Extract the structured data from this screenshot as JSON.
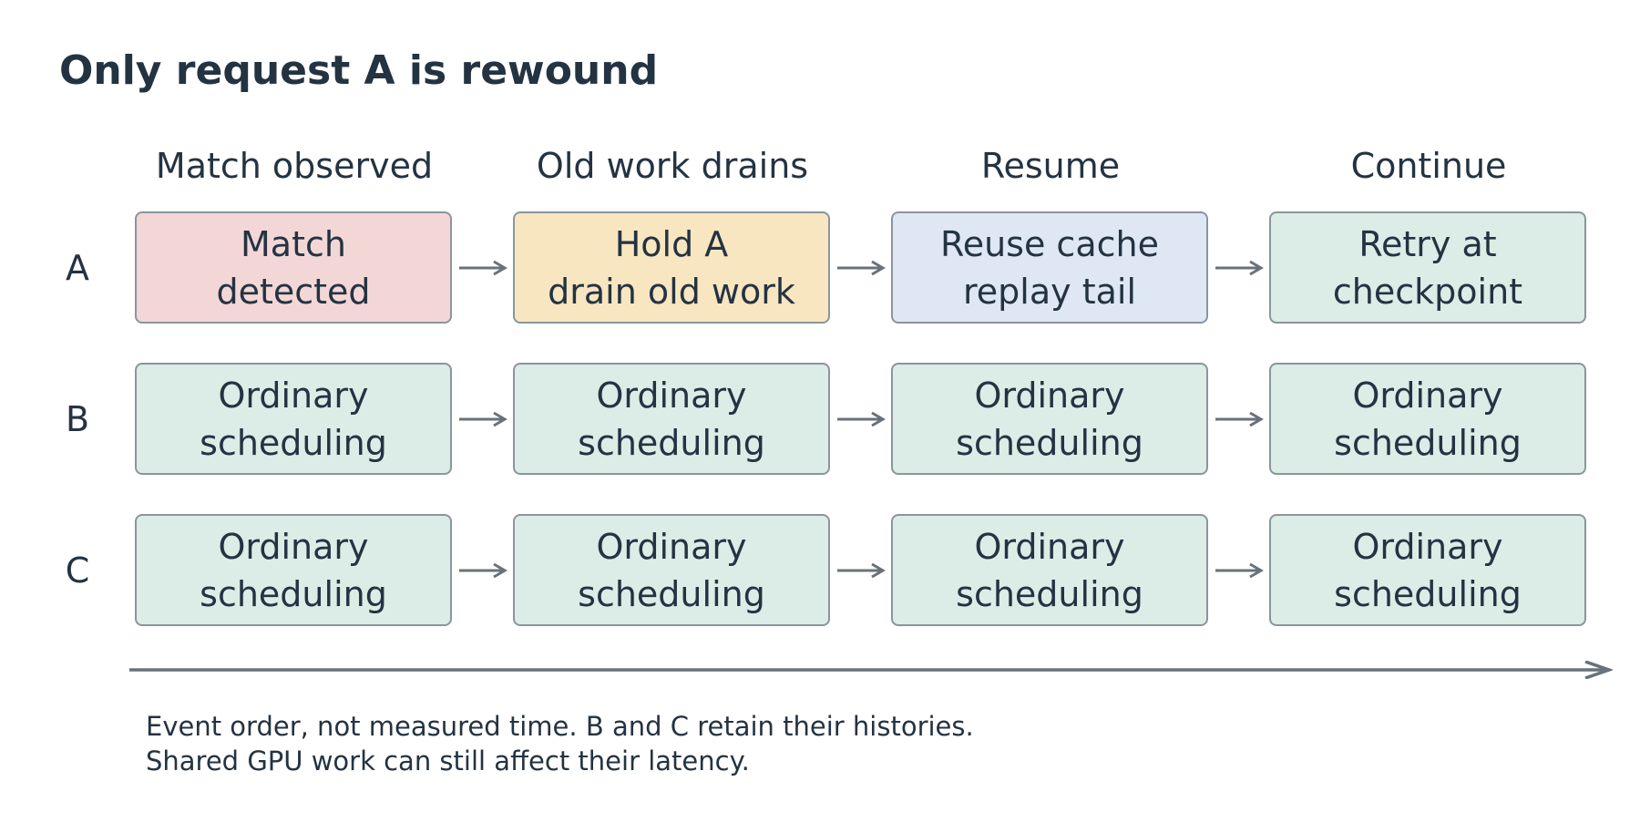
{
  "title": "Only request A is rewound",
  "columns": [
    "Match observed",
    "Old work drains",
    "Resume",
    "Continue"
  ],
  "rows": [
    {
      "label": "A",
      "boxes": [
        {
          "lines": [
            "Match",
            "detected"
          ],
          "tone": "red"
        },
        {
          "lines": [
            "Hold A",
            "drain old work"
          ],
          "tone": "yellow"
        },
        {
          "lines": [
            "Reuse cache",
            "replay tail"
          ],
          "tone": "blue"
        },
        {
          "lines": [
            "Retry at",
            "checkpoint"
          ],
          "tone": "green"
        }
      ]
    },
    {
      "label": "B",
      "boxes": [
        {
          "lines": [
            "Ordinary",
            "scheduling"
          ],
          "tone": "green"
        },
        {
          "lines": [
            "Ordinary",
            "scheduling"
          ],
          "tone": "green"
        },
        {
          "lines": [
            "Ordinary",
            "scheduling"
          ],
          "tone": "green"
        },
        {
          "lines": [
            "Ordinary",
            "scheduling"
          ],
          "tone": "green"
        }
      ]
    },
    {
      "label": "C",
      "boxes": [
        {
          "lines": [
            "Ordinary",
            "scheduling"
          ],
          "tone": "green"
        },
        {
          "lines": [
            "Ordinary",
            "scheduling"
          ],
          "tone": "green"
        },
        {
          "lines": [
            "Ordinary",
            "scheduling"
          ],
          "tone": "green"
        },
        {
          "lines": [
            "Ordinary",
            "scheduling"
          ],
          "tone": "green"
        }
      ]
    }
  ],
  "footnote": [
    "Event order, not measured time. B and C retain their histories.",
    "Shared GPU work can still affect their latency."
  ],
  "colors": {
    "red": "#f3d7d6",
    "yellow": "#f7e6c0",
    "blue": "#dfe7f4",
    "green": "#dcece6",
    "border": "#8a959e",
    "arrow": "#68727b",
    "text": "#243342"
  }
}
